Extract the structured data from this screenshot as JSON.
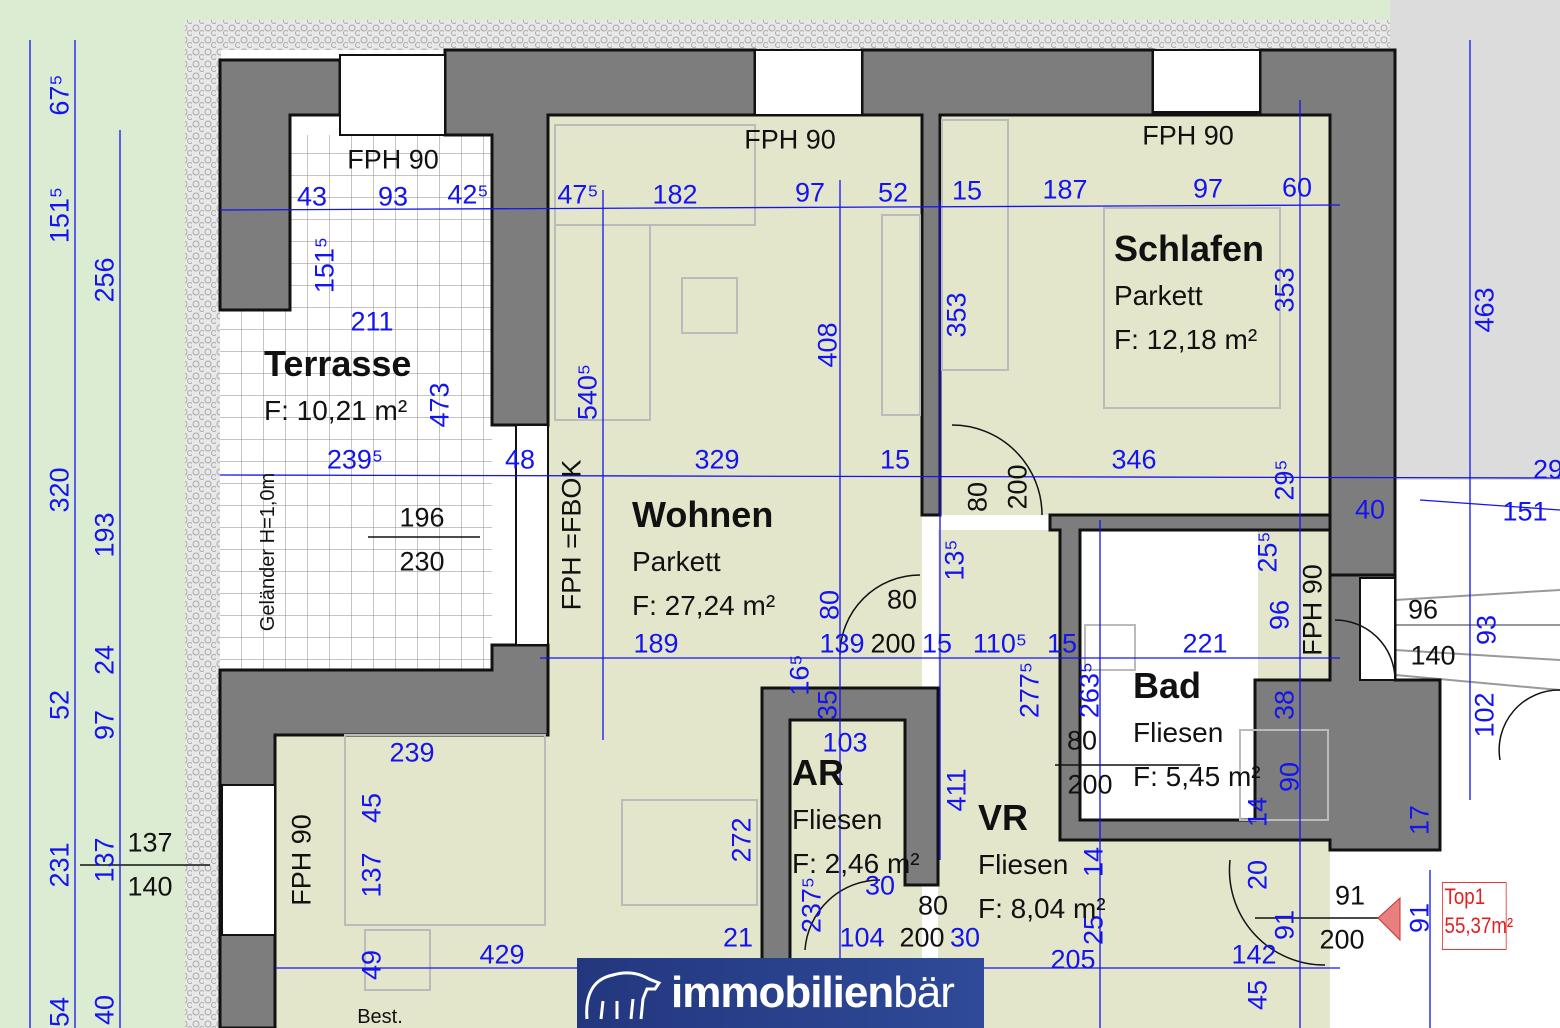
{
  "rooms": {
    "terrasse": {
      "name": "Terrasse",
      "area": "F: 10,21 m²"
    },
    "wohnen": {
      "name": "Wohnen",
      "floor": "Parkett",
      "area": "F: 27,24 m²"
    },
    "schlafen": {
      "name": "Schlafen",
      "floor": "Parkett",
      "area": "F: 12,18 m²"
    },
    "bad": {
      "name": "Bad",
      "floor": "Fliesen",
      "area": "F: 5,45 m²"
    },
    "ar": {
      "name": "AR",
      "floor": "Fliesen",
      "area": "F: 2,46 m²"
    },
    "vr": {
      "name": "VR",
      "floor": "Fliesen",
      "area": "F: 8,04 m²"
    }
  },
  "unit": {
    "name": "Top1",
    "area": "55,37m²"
  },
  "logo": {
    "part1": "immobilien",
    "part2": "bär"
  },
  "dimensions_blue": [
    "67⁵",
    "151⁵",
    "256",
    "320",
    "193",
    "24",
    "52",
    "97",
    "231",
    "137",
    "54",
    "40",
    "43",
    "93",
    "42⁵",
    "47⁵",
    "182",
    "97",
    "52",
    "15",
    "187",
    "97",
    "60",
    "151⁵",
    "211",
    "473",
    "540⁵",
    "408",
    "353",
    "353",
    "463",
    "239⁵",
    "48",
    "329",
    "15",
    "346",
    "29⁵",
    "29",
    "40",
    "151",
    "25⁵",
    "13⁵",
    "80",
    "189",
    "139",
    "15",
    "110⁵",
    "15",
    "221",
    "96",
    "93",
    "16⁵",
    "35",
    "277⁵",
    "263⁵",
    "239",
    "103",
    "38",
    "102",
    "45",
    "272",
    "411",
    "90",
    "14",
    "17",
    "14",
    "137",
    "30",
    "20",
    "237⁵",
    "91",
    "91",
    "49",
    "429",
    "21",
    "104",
    "30",
    "205",
    "142",
    "25",
    "45"
  ],
  "labels_black": [
    "FPH 90",
    "FPH 90",
    "FPH 90",
    "FPH 90",
    "FPH 90",
    "FPH =FBOK",
    "Geländer H=1,0m",
    "196",
    "230",
    "137",
    "140",
    "80",
    "200",
    "80",
    "200",
    "96",
    "140",
    "80",
    "200",
    "80",
    "200",
    "91",
    "200",
    "Best."
  ],
  "colors": {
    "dimension": "#1414f0",
    "wall": "#7d7d7d",
    "floor": "#e4e6cc",
    "garden": "#dcecd2",
    "unit_label": "#e02020"
  }
}
